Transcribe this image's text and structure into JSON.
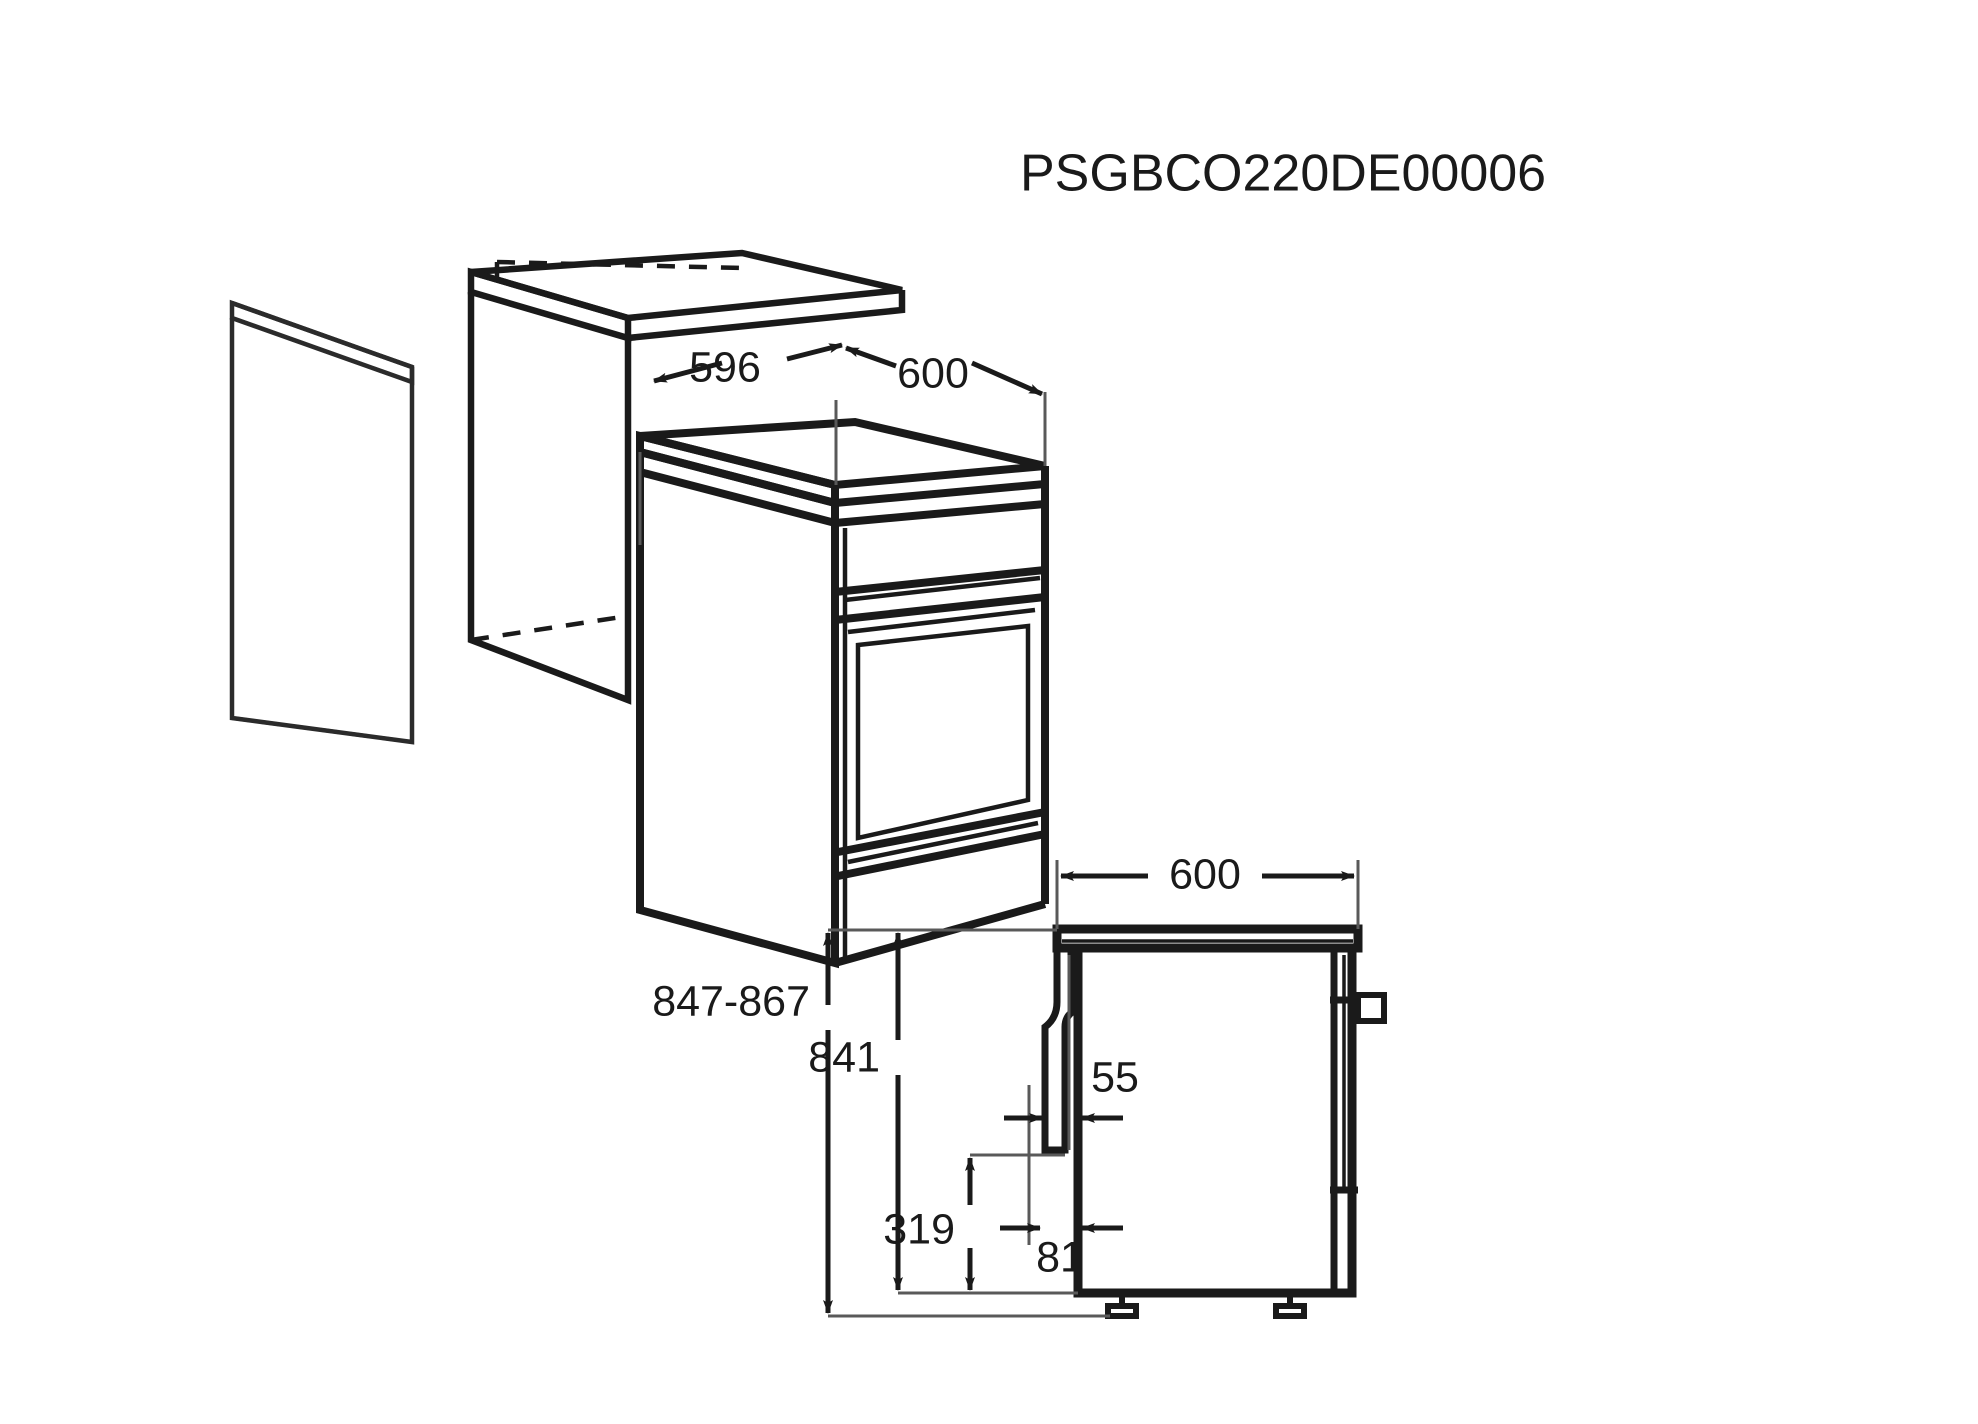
{
  "drawing": {
    "title": "PSGBCO220DE00006",
    "background_color": "#ffffff",
    "line_color": "#1a1a1a",
    "thin_line_color": "#595959",
    "dimensions": {
      "width_appliance": "596",
      "width_niche": "600",
      "depth_top": "600",
      "height_adjustable": "847-867",
      "height_body": "841",
      "handle_offset": "55",
      "plinth_height": "319",
      "front_offset": "81"
    },
    "views": {
      "isometric_label": "isometric-installation-view",
      "side_label": "side-elevation-view"
    },
    "parts": {
      "cabinet_left": "adjacent-cabinet-left",
      "cabinet_mid": "adjacent-cabinet-middle",
      "cooker": "free-standing-cooker",
      "cooktop": "cooktop-surface",
      "control_panel": "control-panel",
      "oven_door": "oven-door",
      "storage_drawer": "storage-drawer",
      "foot_left": "adjustable-foot-left",
      "foot_right": "adjustable-foot-right",
      "rear_connector": "rear-connector-tab",
      "door_handle": "door-handle-profile"
    }
  }
}
